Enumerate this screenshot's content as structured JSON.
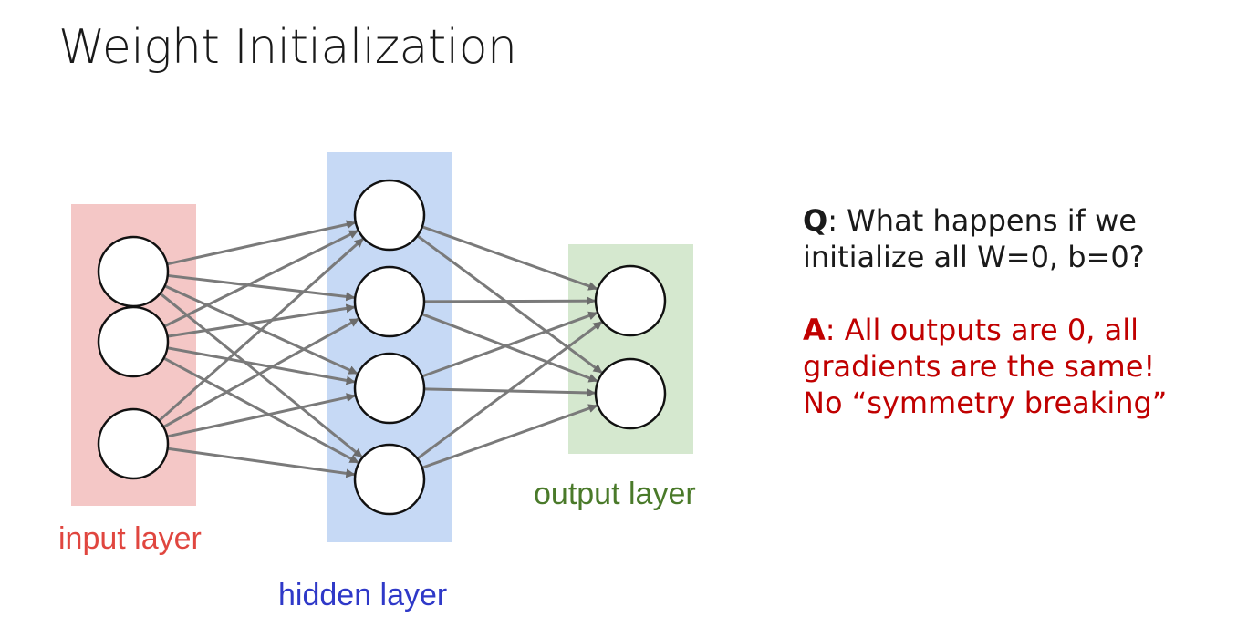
{
  "slide": {
    "title": "Weight Initialization"
  },
  "diagram": {
    "layers": [
      {
        "label": "input layer",
        "neurons": 3,
        "bg_color": "#f4c7c6",
        "label_color": "#e0463f"
      },
      {
        "label": "hidden layer",
        "neurons": 4,
        "bg_color": "#c6d9f5",
        "label_color": "#2f39c8"
      },
      {
        "label": "output layer",
        "neurons": 2,
        "bg_color": "#d5e8cf",
        "label_color": "#4a7a2a"
      }
    ],
    "edge_color": "#7a7a7a"
  },
  "qa": {
    "q_prefix": "Q",
    "q_line1": ": What happens if we",
    "q_line2": "initialize all W=0, b=0?",
    "a_prefix": "A",
    "a_line1": ": All outputs are 0, all",
    "a_line2": "gradients are the same!",
    "a_line3": "No “symmetry breaking”",
    "answer_color": "#c00000"
  }
}
